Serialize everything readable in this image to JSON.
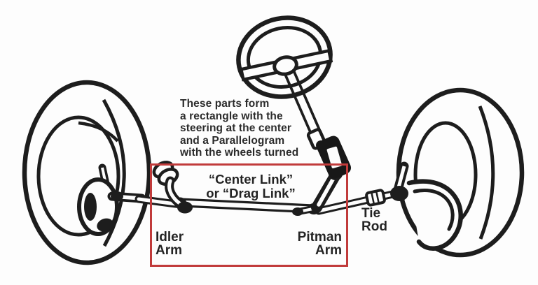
{
  "diagram": {
    "colors": {
      "line": "#1d1d1d",
      "highlight": "#c13b3b",
      "background": "#fdfdfd"
    },
    "annotation": {
      "lines": [
        "These parts form",
        "a rectangle with the",
        "steering at the center",
        "and a Parallelogram",
        "with the wheels turned"
      ]
    },
    "labels": {
      "center_link_line1": "“Center Link”",
      "center_link_line2": "or “Drag Link”",
      "idler_arm_line1": "Idler",
      "idler_arm_line2": "Arm",
      "pitman_arm_line1": "Pitman",
      "pitman_arm_line2": "Arm",
      "tie_rod_line1": "Tie",
      "tie_rod_line2": "Rod"
    }
  }
}
